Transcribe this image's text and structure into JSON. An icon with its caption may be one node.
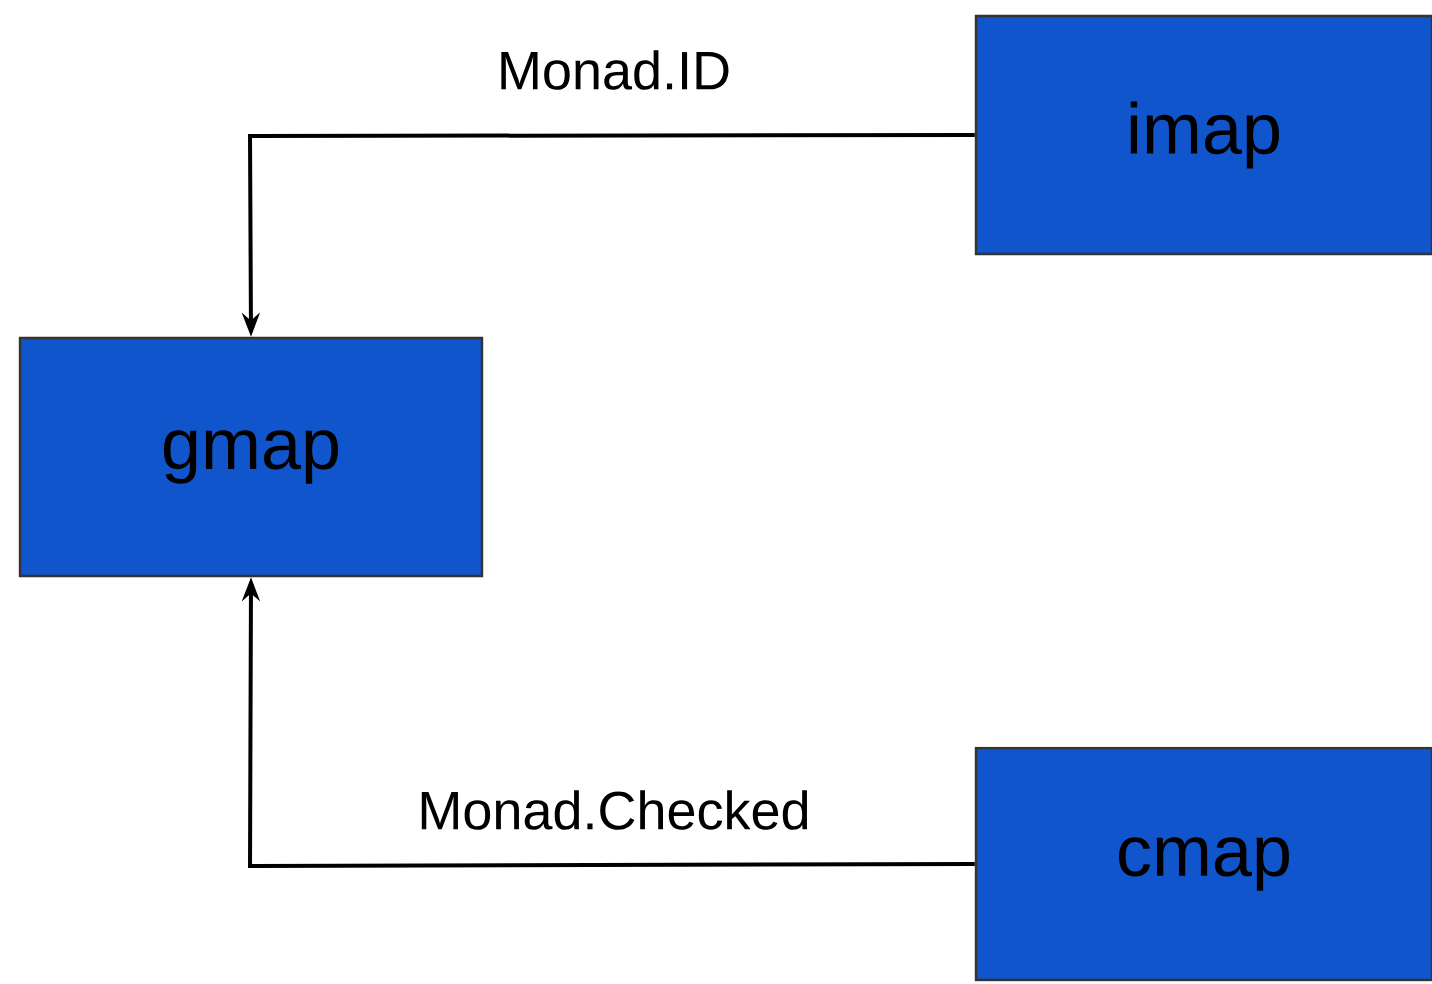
{
  "diagram": {
    "nodes": [
      {
        "text": [
          "imap"
        ]
      },
      {
        "text": [
          "gmap"
        ]
      },
      {
        "text": [
          "cmap"
        ]
      }
    ],
    "edges": [
      {
        "from": 0,
        "to": 1,
        "arrow": "to",
        "label": "Monad.ID"
      },
      {
        "from": 2,
        "to": 1,
        "arrow": "to",
        "label": "Monad.Checked"
      }
    ]
  }
}
